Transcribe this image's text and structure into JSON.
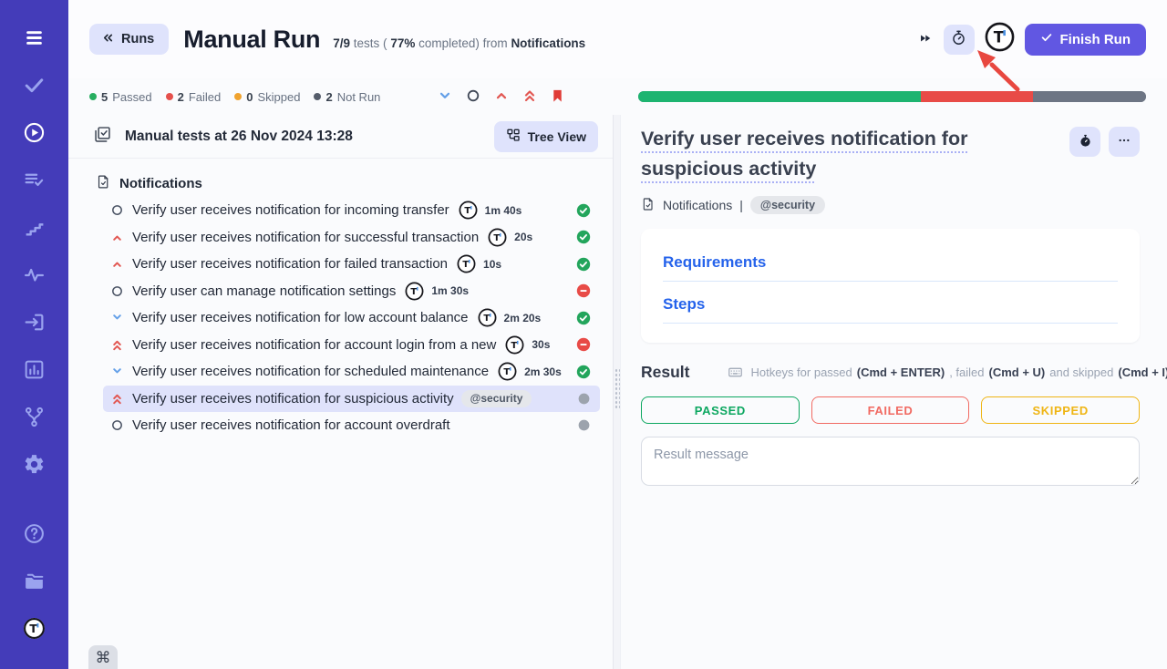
{
  "colors": {
    "sidebar_bg": "#443CB9",
    "accent": "#6157E2",
    "lavender": "#DFE3FC",
    "passed_green": "#1DB470",
    "failed_red": "#E84B47",
    "skipped_orange": "#F0A32F",
    "notrun_gray": "#6D7584",
    "section_blue": "#2563EB",
    "selected_row": "#DFE2FB"
  },
  "sidebar": {
    "icons": [
      {
        "name": "menu-icon"
      },
      {
        "name": "check-icon"
      },
      {
        "name": "play-circle-icon",
        "active": true
      },
      {
        "name": "list-check-icon"
      },
      {
        "name": "steps-icon"
      },
      {
        "name": "pulse-icon"
      },
      {
        "name": "import-icon"
      },
      {
        "name": "chart-icon"
      },
      {
        "name": "branch-icon"
      },
      {
        "name": "gear-icon"
      },
      {
        "name": "help-icon",
        "gap": true
      },
      {
        "name": "folders-icon"
      },
      {
        "name": "logo-icon"
      }
    ]
  },
  "header": {
    "back_label": "Runs",
    "title": "Manual Run",
    "subtitle": {
      "count": "7/9",
      "t1": "tests (",
      "pct": "77%",
      "t2": "completed) from",
      "project": "Notifications"
    },
    "finish_label": "Finish Run"
  },
  "status_bar": {
    "counts": [
      {
        "value": "5",
        "label": "Passed",
        "color": "#27AE60"
      },
      {
        "value": "2",
        "label": "Failed",
        "color": "#E5504C"
      },
      {
        "value": "0",
        "label": "Skipped",
        "color": "#F0A32F"
      },
      {
        "value": "2",
        "label": "Not Run",
        "color": "#555D6B"
      }
    ],
    "filters": [
      "chevron-down",
      "circle",
      "chevron-up",
      "chevrons-up",
      "bookmark"
    ],
    "progress": [
      {
        "status": "passed",
        "color": "#1DB470",
        "pct": 55.6
      },
      {
        "status": "failed",
        "color": "#E84B47",
        "pct": 22.2
      },
      {
        "status": "notrun",
        "color": "#6D7584",
        "pct": 22.2
      }
    ]
  },
  "run_panel": {
    "run_title": "Manual tests at 26 Nov 2024 13:28",
    "tree_view_label": "Tree View",
    "folder_label": "Notifications",
    "cmd_badge": "⌘",
    "tests": [
      {
        "priority": "unset",
        "title": "Verify user receives notification for incoming transfer",
        "duration": "1m 40s",
        "status": "passed",
        "logo": true
      },
      {
        "priority": "high",
        "title": "Verify user receives notification for successful transaction",
        "duration": "20s",
        "status": "passed",
        "logo": true
      },
      {
        "priority": "high",
        "title": "Verify user receives notification for failed transaction",
        "duration": "10s",
        "status": "passed",
        "logo": true
      },
      {
        "priority": "unset",
        "title": "Verify user can manage notification settings",
        "duration": "1m 30s",
        "status": "failed",
        "logo": true
      },
      {
        "priority": "low",
        "title": "Verify user receives notification for low account balance",
        "duration": "2m 20s",
        "status": "passed",
        "logo": true
      },
      {
        "priority": "highest",
        "title": "Verify user receives notification for account login from a new",
        "duration": "30s",
        "status": "failed",
        "logo": true
      },
      {
        "priority": "low",
        "title": "Verify user receives notification for scheduled maintenance",
        "duration": "2m 30s",
        "status": "passed",
        "logo": true
      },
      {
        "priority": "highest",
        "title": "Verify user receives notification for suspicious activity",
        "tag": "@security",
        "status": "notrun",
        "selected": true
      },
      {
        "priority": "unset",
        "title": "Verify user receives notification for account overdraft",
        "status": "notrun"
      }
    ]
  },
  "detail": {
    "title": "Verify user receives notification for suspicious activity",
    "breadcrumb": "Notifications",
    "separator": "|",
    "tag": "@security",
    "sections": [
      {
        "label": "Requirements"
      },
      {
        "label": "Steps"
      }
    ],
    "result": {
      "heading": "Result",
      "hotkeys": {
        "prefix": "Hotkeys for passed",
        "key1": "(Cmd + ENTER)",
        "mid1": ", failed",
        "key2": "(Cmd + U)",
        "mid2": "and skipped",
        "key3": "(Cmd + I)"
      },
      "buttons": [
        {
          "label": "PASSED",
          "color": "#0CA760"
        },
        {
          "label": "FAILED",
          "color": "#F16A62"
        },
        {
          "label": "SKIPPED",
          "color": "#EFB514"
        }
      ],
      "message_placeholder": "Result message"
    }
  }
}
